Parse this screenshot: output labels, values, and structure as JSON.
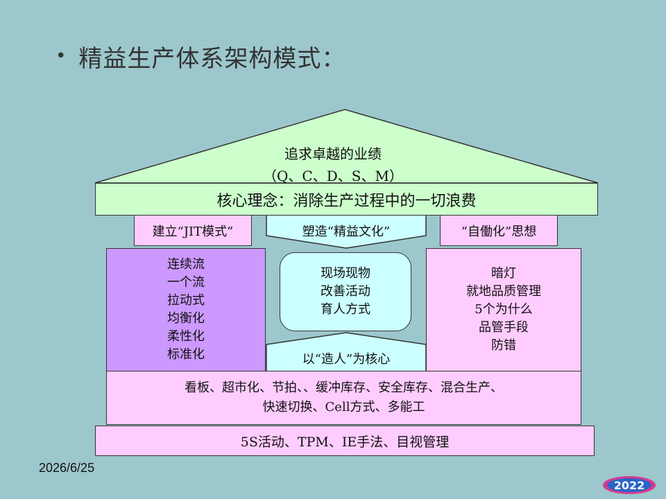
{
  "slide": {
    "bullet": "•",
    "title": "精益生产体系架构模式：",
    "date": "2026/6/25",
    "logo_text": "2022"
  },
  "diagram": {
    "roof": {
      "line1": "追求卓越的业绩",
      "line2": "（Q、C、D、S、M）"
    },
    "core_concept": "核心理念：消除生产过程中的一切浪费",
    "jit_label": "建立“JIT模式”",
    "culture_label": "塑造“精益文化”",
    "jidoka_label": "“自働化”思想",
    "left_pillar": [
      "连续流",
      "一个流",
      "拉动式",
      "均衡化",
      "柔性化",
      "标准化"
    ],
    "center_box": [
      "现场现物",
      "改善活动",
      "育人方式"
    ],
    "people_label": "以“造人”为核心",
    "right_pillar": [
      "暗灯",
      "就地品质管理",
      "5个为什么",
      "品管手段",
      "防错"
    ],
    "base_tools": {
      "line1": "看板、超市化、节拍、、缓冲库存、安全库存、混合生产、",
      "line2": "快速切换、Cell方式、多能工"
    },
    "foundation": "5S活动、TPM、IE手法、目视管理"
  },
  "colors": {
    "background": "#9cc7cc",
    "roof": "#ccffcc",
    "core": "#ccffcc",
    "pink": "#ffccff",
    "purple": "#cc99ff",
    "cyan": "#ccffff"
  }
}
